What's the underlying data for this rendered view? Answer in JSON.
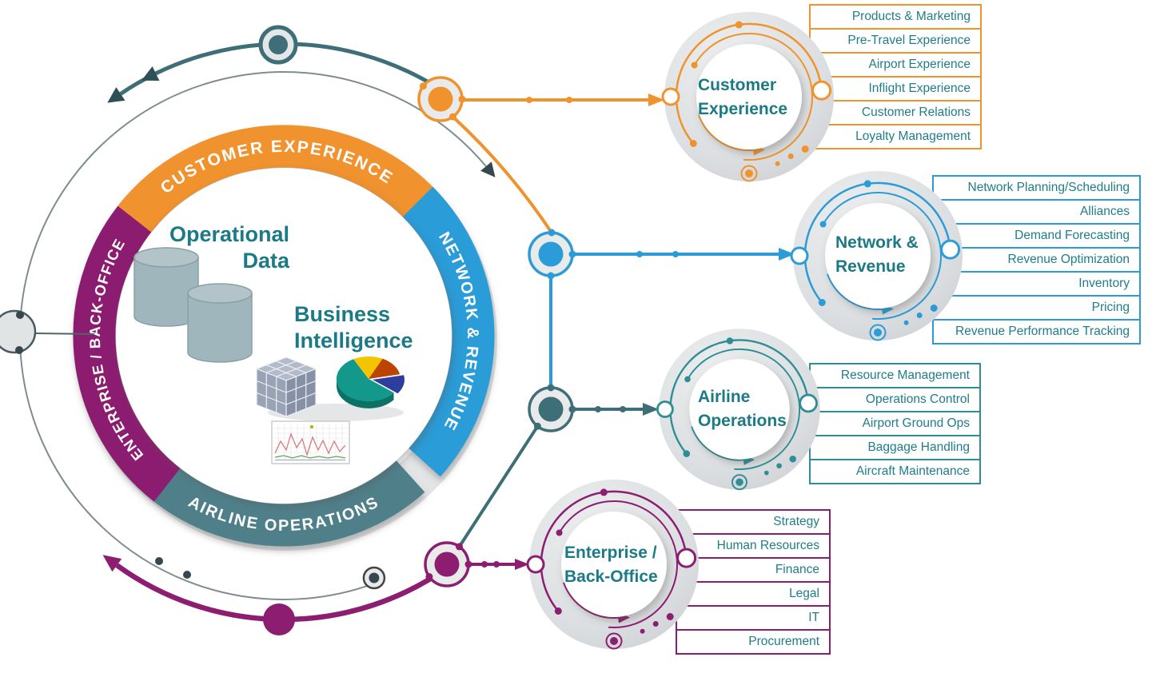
{
  "colors": {
    "orange": "#F0922D",
    "blue": "#2B9CD8",
    "teal_banner": "#50808A",
    "teal_dark": "#3E6E78",
    "purple": "#8C1D70",
    "label_teal": "#1B7A85",
    "list_text": "#1F7D8A",
    "node_gray": "#37474F"
  },
  "hub": {
    "center": {
      "operational_data": {
        "line1": "Operational",
        "line2": "Data"
      },
      "business_intelligence": {
        "line1": "Business",
        "line2": "Intelligence"
      },
      "icons": [
        "database-cylinders-icon",
        "olap-cube-icon",
        "pie-chart-icon",
        "line-chart-icon"
      ]
    },
    "ring_segments": [
      {
        "label": "CUSTOMER EXPERIENCE",
        "color": "#F0922D"
      },
      {
        "label": "NETWORK & REVENUE",
        "color": "#2B9CD8"
      },
      {
        "label": "AIRLINE OPERATIONS",
        "color": "#50808A"
      },
      {
        "label": "ENTERPRISE / BACK-OFFICE",
        "color": "#8C1D70"
      }
    ]
  },
  "satellites": [
    {
      "name": "Customer Experience",
      "label_line1": "Customer",
      "label_line2": "Experience",
      "color": "#F0922D",
      "items": [
        "Products & Marketing",
        "Pre-Travel Experience",
        "Airport Experience",
        "Inflight Experience",
        "Customer Relations",
        "Loyalty Management"
      ]
    },
    {
      "name": "Network & Revenue",
      "label_line1": "Network &",
      "label_line2": "Revenue",
      "color": "#2B9CD8",
      "items": [
        "Network Planning/Scheduling",
        "Alliances",
        "Demand Forecasting",
        "Revenue Optimization",
        "Inventory",
        "Pricing",
        "Revenue Performance Tracking"
      ]
    },
    {
      "name": "Airline Operations",
      "label_line1": "Airline",
      "label_line2": "Operations",
      "color": "#2F8D96",
      "items": [
        "Resource Management",
        "Operations Control",
        "Airport Ground Ops",
        "Baggage Handling",
        "Aircraft Maintenance"
      ]
    },
    {
      "name": "Enterprise / Back-Office",
      "label_line1": "Enterprise /",
      "label_line2": "Back-Office",
      "color": "#8C1D70",
      "items": [
        "Strategy",
        "Human Resources",
        "Finance",
        "Legal",
        "IT",
        "Procurement"
      ]
    }
  ]
}
